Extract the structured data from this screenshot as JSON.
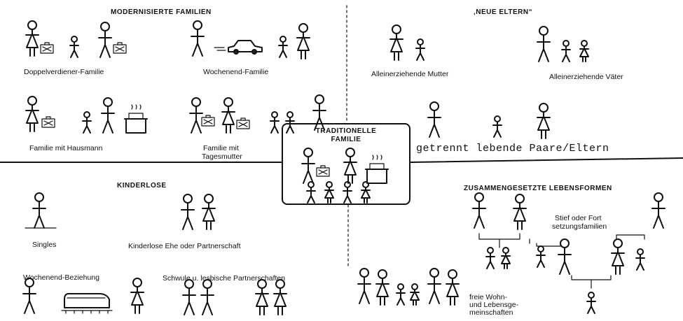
{
  "headers": {
    "modernisierte": "MODERNISIERTE FAMILIEN",
    "neue_eltern": "‚NEUE ELTERN“",
    "kinderlose": "KINDERLOSE",
    "zusammengesetzte": "ZUSAMMENGESETZTE LEBENSFORMEN"
  },
  "center": {
    "title_line1": "TRADITIONELLE",
    "title_line2": "FAMILIE"
  },
  "labels": {
    "doppelverdiener": "Doppelverdiener-Familie",
    "wochenend_familie": "Wochenend-Familie",
    "alleinerziehende_mutter": "Alleinerziehende Mutter",
    "alleinerziehende_vaeter": "Alleinerziehende Väter",
    "hausmann": "Familie mit Hausmann",
    "tagesmutter_1": "Familie mit",
    "tagesmutter_2": "Tagesmutter",
    "getrennt": "getrennt lebende Paare/Eltern",
    "singles": "Singles",
    "kinderlose_ehe": "Kinderlose Ehe oder Partnerschaft",
    "wochenend_beziehung": "Wochenend-Beziehung",
    "schwule": "Schwule u. lesbische Partnerschaften",
    "stief_1": "Stief  oder Fort",
    "stief_2": "setzungsfamilien",
    "freie_1": "freie Wohn-",
    "freie_2": "und Lebensge-",
    "freie_3": "meinschaften"
  }
}
